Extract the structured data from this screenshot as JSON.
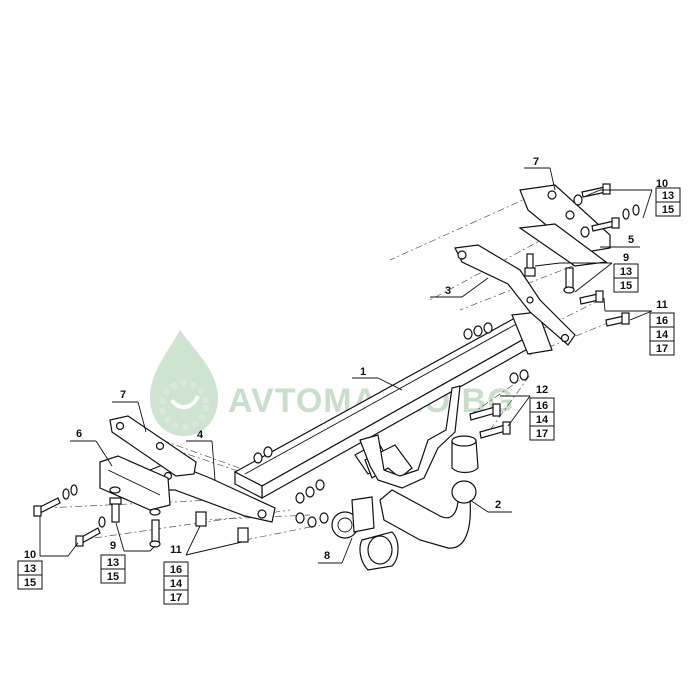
{
  "watermark": {
    "text": "AVTOMASLO.BG",
    "icon": "oil-drop-gear-icon"
  },
  "callouts": {
    "c1": "1",
    "c2": "2",
    "c3": "3",
    "c4": "4",
    "c5": "5",
    "c6": "6",
    "c7_top": "7",
    "c7_left": "7",
    "c8": "8",
    "stack_right_top": [
      "10",
      "13",
      "15"
    ],
    "stack_right_9": [
      "9",
      "13",
      "15"
    ],
    "stack_right_11": [
      "11",
      "16",
      "14",
      "17"
    ],
    "stack_right_12": [
      "12",
      "16",
      "14",
      "17"
    ],
    "stack_left_10": [
      "10",
      "13",
      "15"
    ],
    "stack_left_9": [
      "9",
      "13",
      "15"
    ],
    "stack_left_11": [
      "11",
      "16",
      "14",
      "17"
    ]
  }
}
